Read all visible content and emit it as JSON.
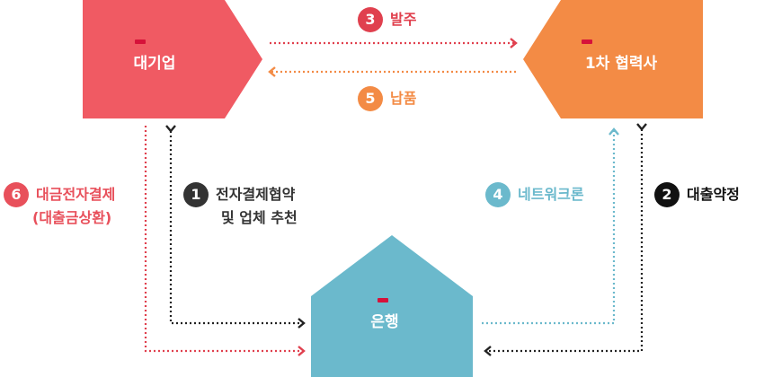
{
  "nodes": {
    "large_company": {
      "label": "대기업",
      "color": "#f05a63"
    },
    "supplier": {
      "label": "1차 협력사",
      "color": "#f38b45"
    },
    "bank": {
      "label": "은행",
      "color": "#6bb9cc"
    }
  },
  "steps": {
    "s1": {
      "number": "1",
      "line1": "전자결제협약",
      "line2": "및 업체 추천",
      "color": "#333333"
    },
    "s2": {
      "number": "2",
      "line1": "대출약정",
      "color": "#111111"
    },
    "s3": {
      "number": "3",
      "line1": "발주",
      "color": "#e0404e"
    },
    "s4": {
      "number": "4",
      "line1": "네트워크론",
      "color": "#6bb9cc"
    },
    "s5": {
      "number": "5",
      "line1": "납품",
      "color": "#f38b45"
    },
    "s6": {
      "number": "6",
      "line1": "대금전자결제",
      "line2": "(대출금상환)",
      "color": "#e8505b"
    }
  },
  "accent_marker_color": "#d6123a"
}
